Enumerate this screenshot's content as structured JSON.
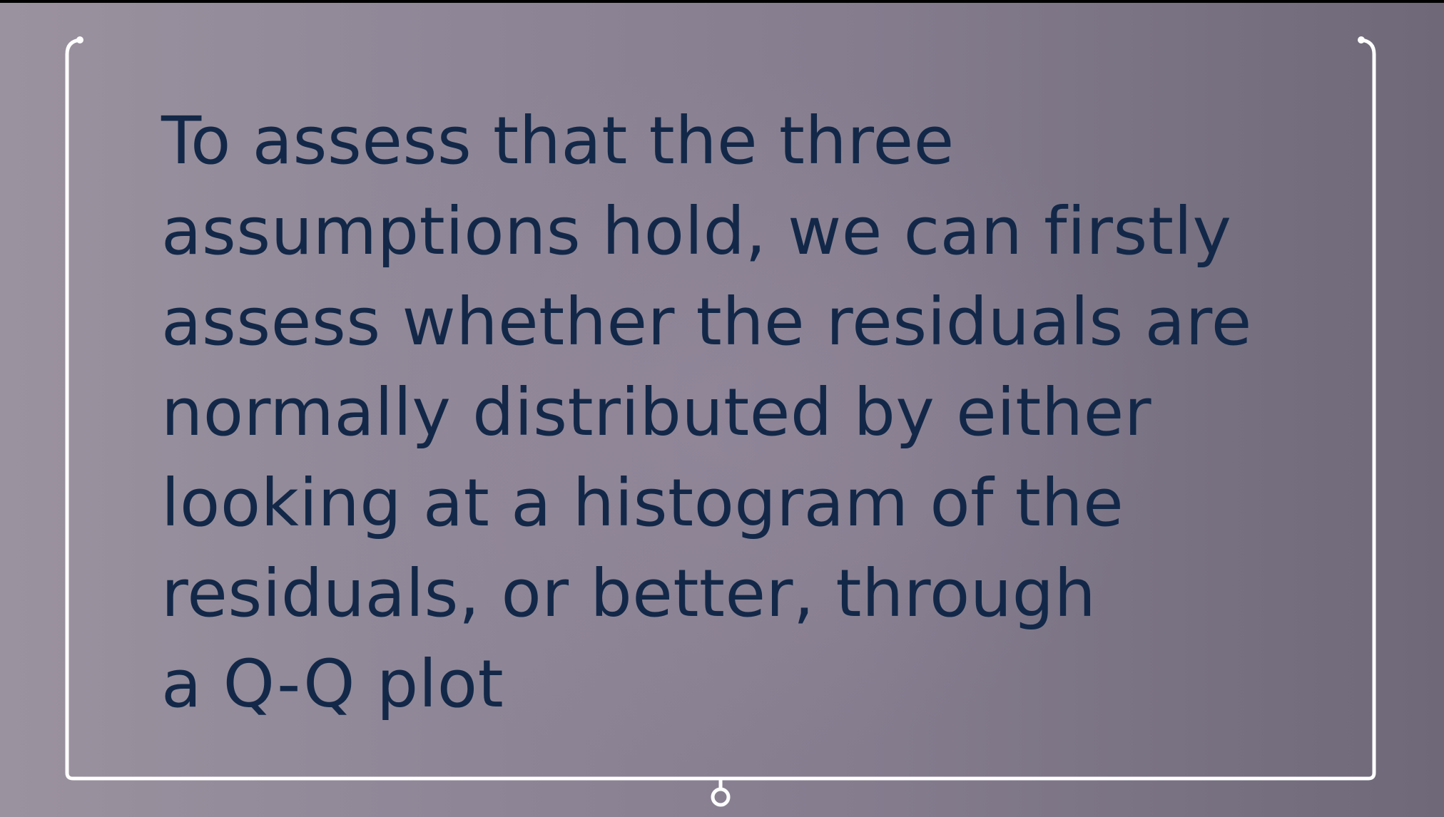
{
  "slide": {
    "lines": [
      "To assess that the three",
      "assumptions hold, we can firstly",
      "assess whether the residuals are",
      "normally distributed by either",
      "looking at a histogram of the",
      "residuals, or better, through",
      "a Q-Q plot"
    ]
  },
  "colors": {
    "text": "#132848",
    "frame": "#ffffff",
    "background": "#8a8292"
  }
}
